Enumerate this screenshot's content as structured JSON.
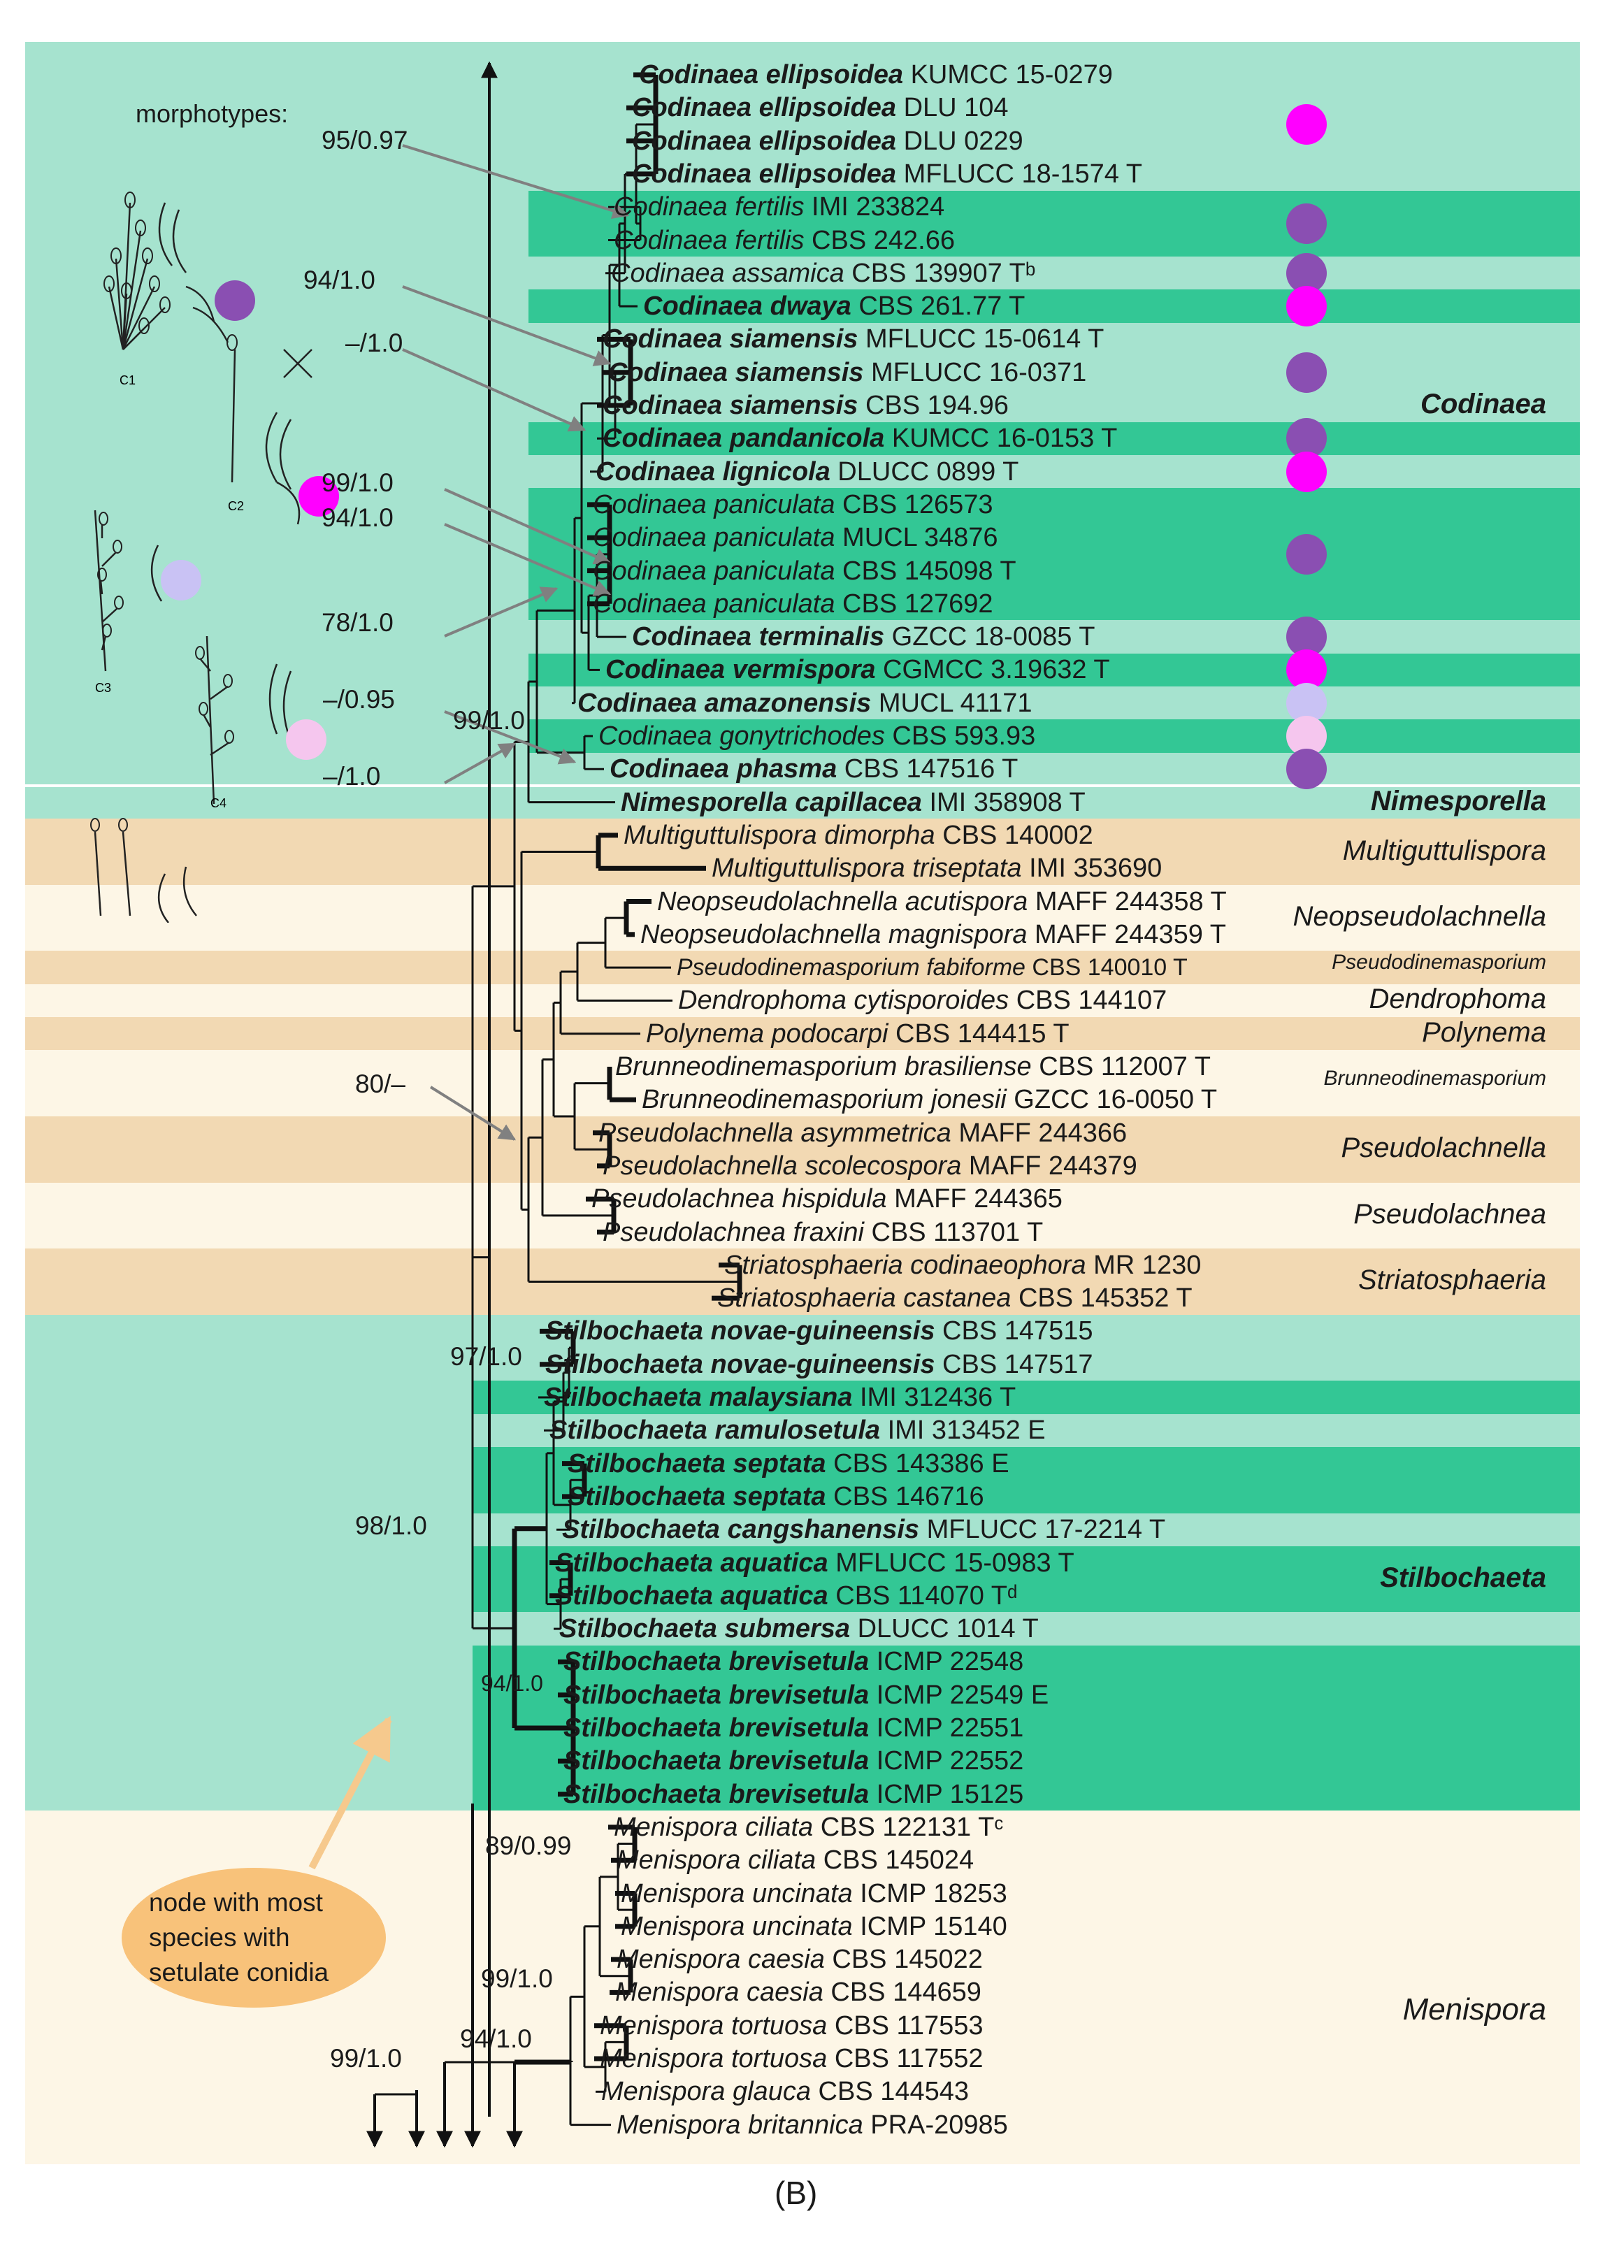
{
  "figure_label": "(B)",
  "morphotypes": {
    "title": "morphotypes:",
    "labels": [
      "C1",
      "C2",
      "C3",
      "C4"
    ],
    "dot_colors": [
      "#8a4fb2",
      "#ff00ff",
      "#c9c2f4",
      "#f5c6ee"
    ]
  },
  "callout_text": "node with most species with setulate conidia",
  "colors": {
    "panel_bg": "#fdf6e6",
    "codinaea_light": "#a6e3cf",
    "codinaea_dark": "#33c795",
    "tan": "#f2d9b3",
    "cream": "#fdf6e6",
    "callout": "#f8c27a",
    "arrow_grey": "#808080",
    "callout_arrow": "#f6c98d"
  },
  "taxa": [
    {
      "genus": "Codinaea",
      "species": "ellipsoidea",
      "voucher": "KUMCC 15-0279",
      "bold": true
    },
    {
      "genus": "Codinaea",
      "species": "ellipsoidea",
      "voucher": "DLU 104",
      "bold": true
    },
    {
      "genus": "Codinaea",
      "species": "ellipsoidea",
      "voucher": "DLU 0229",
      "bold": true
    },
    {
      "genus": "Codinaea",
      "species": "ellipsoidea",
      "voucher": "MFLUCC 18-1574 T",
      "bold": true
    },
    {
      "genus": "Codinaea",
      "species": "fertilis",
      "voucher": "IMI 233824",
      "bold": false
    },
    {
      "genus": "Codinaea",
      "species": "fertilis",
      "voucher": "CBS 242.66",
      "bold": false
    },
    {
      "genus": "Codinaea",
      "species": "assamica",
      "voucher": "CBS 139907 Tᵇ",
      "bold": false
    },
    {
      "genus": "Codinaea",
      "species": "dwaya",
      "voucher": "CBS 261.77 T",
      "bold": true
    },
    {
      "genus": "Codinaea",
      "species": "siamensis",
      "voucher": "MFLUCC 15-0614 T",
      "bold": true
    },
    {
      "genus": "Codinaea",
      "species": "siamensis",
      "voucher": "MFLUCC 16-0371",
      "bold": true
    },
    {
      "genus": "Codinaea",
      "species": "siamensis",
      "voucher": "CBS 194.96",
      "bold": true
    },
    {
      "genus": "Codinaea",
      "species": "pandanicola",
      "voucher": "KUMCC 16-0153 T",
      "bold": true
    },
    {
      "genus": "Codinaea",
      "species": "lignicola",
      "voucher": "DLUCC 0899 T",
      "bold": true
    },
    {
      "genus": "Codinaea",
      "species": "paniculata",
      "voucher": "CBS 126573",
      "bold": false
    },
    {
      "genus": "Codinaea",
      "species": "paniculata",
      "voucher": "MUCL 34876",
      "bold": false
    },
    {
      "genus": "Codinaea",
      "species": "paniculata",
      "voucher": "CBS 145098 T",
      "bold": false
    },
    {
      "genus": "Codinaea",
      "species": "paniculata",
      "voucher": "CBS 127692",
      "bold": false
    },
    {
      "genus": "Codinaea",
      "species": "terminalis",
      "voucher": "GZCC 18-0085 T",
      "bold": true
    },
    {
      "genus": "Codinaea",
      "species": "vermispora",
      "voucher": "CGMCC 3.19632 T",
      "bold": true
    },
    {
      "genus": "Codinaea",
      "species": "amazonensis",
      "voucher": "MUCL 41171",
      "bold": true
    },
    {
      "genus": "Codinaea",
      "species": "gonytrichodes",
      "voucher": "CBS 593.93",
      "bold": false
    },
    {
      "genus": "Codinaea",
      "species": "phasma",
      "voucher": "CBS 147516 T",
      "bold": true
    },
    {
      "genus": "Nimesporella",
      "species": "capillacea",
      "voucher": "IMI 358908 T",
      "bold": true
    },
    {
      "genus": "Multiguttulispora",
      "species": "dimorpha",
      "voucher": "CBS 140002",
      "bold": false
    },
    {
      "genus": "Multiguttulispora",
      "species": "triseptata",
      "voucher": "IMI 353690",
      "bold": false
    },
    {
      "genus": "Neopseudolachnella",
      "species": "acutispora",
      "voucher": "MAFF 244358 T",
      "bold": false
    },
    {
      "genus": "Neopseudolachnella",
      "species": "magnispora",
      "voucher": "MAFF 244359 T",
      "bold": false
    },
    {
      "genus": "Pseudodinemasporium",
      "species": "fabiforme",
      "voucher": "CBS 140010 T",
      "bold": false
    },
    {
      "genus": "Dendrophoma",
      "species": "cytisporoides",
      "voucher": "CBS 144107",
      "bold": false
    },
    {
      "genus": "Polynema",
      "species": "podocarpi",
      "voucher": "CBS 144415 T",
      "bold": false
    },
    {
      "genus": "Brunneodinemasporium",
      "species": "brasiliense",
      "voucher": "CBS 112007 T",
      "bold": false
    },
    {
      "genus": "Brunneodinemasporium",
      "species": "jonesii",
      "voucher": "GZCC 16-0050 T",
      "bold": false
    },
    {
      "genus": "Pseudolachnella",
      "species": "asymmetrica",
      "voucher": "MAFF 244366",
      "bold": false
    },
    {
      "genus": "Pseudolachnella",
      "species": "scolecospora",
      "voucher": "MAFF 244379",
      "bold": false
    },
    {
      "genus": "Pseudolachnea",
      "species": "hispidula",
      "voucher": "MAFF 244365",
      "bold": false
    },
    {
      "genus": "Pseudolachnea",
      "species": "fraxini",
      "voucher": "CBS 113701 T",
      "bold": false
    },
    {
      "genus": "Striatosphaeria",
      "species": "codinaeophora",
      "voucher": "MR 1230",
      "bold": false
    },
    {
      "genus": "Striatosphaeria",
      "species": "castanea",
      "voucher": "CBS 145352 T",
      "bold": false
    },
    {
      "genus": "Stilbochaeta",
      "species": "novae-guineensis",
      "voucher": "CBS 147515",
      "bold": true
    },
    {
      "genus": "Stilbochaeta",
      "species": "novae-guineensis",
      "voucher": "CBS 147517",
      "bold": true
    },
    {
      "genus": "Stilbochaeta",
      "species": "malaysiana",
      "voucher": "IMI 312436 T",
      "bold": true
    },
    {
      "genus": "Stilbochaeta",
      "species": "ramulosetula",
      "voucher": "IMI 313452 E",
      "bold": true
    },
    {
      "genus": "Stilbochaeta",
      "species": "septata",
      "voucher": "CBS 143386 E",
      "bold": true
    },
    {
      "genus": "Stilbochaeta",
      "species": "septata",
      "voucher": "CBS 146716",
      "bold": true
    },
    {
      "genus": "Stilbochaeta",
      "species": "cangshanensis",
      "voucher": "MFLUCC 17-2214 T",
      "bold": true
    },
    {
      "genus": "Stilbochaeta",
      "species": "aquatica",
      "voucher": "MFLUCC 15-0983 T",
      "bold": true
    },
    {
      "genus": "Stilbochaeta",
      "species": "aquatica",
      "voucher": "CBS 114070 Tᵈ",
      "bold": true
    },
    {
      "genus": "Stilbochaeta",
      "species": "submersa",
      "voucher": "DLUCC 1014 T",
      "bold": true
    },
    {
      "genus": "Stilbochaeta",
      "species": "brevisetula",
      "voucher": "ICMP 22548",
      "bold": true
    },
    {
      "genus": "Stilbochaeta",
      "species": "brevisetula",
      "voucher": "ICMP 22549 E",
      "bold": true
    },
    {
      "genus": "Stilbochaeta",
      "species": "brevisetula",
      "voucher": "ICMP 22551",
      "bold": true
    },
    {
      "genus": "Stilbochaeta",
      "species": "brevisetula",
      "voucher": "ICMP 22552",
      "bold": true
    },
    {
      "genus": "Stilbochaeta",
      "species": "brevisetula",
      "voucher": "ICMP 15125",
      "bold": true
    },
    {
      "genus": "Menispora",
      "species": "ciliata",
      "voucher": "CBS 122131 Tᶜ",
      "bold": false
    },
    {
      "genus": "Menispora",
      "species": "ciliata",
      "voucher": "CBS 145024",
      "bold": false
    },
    {
      "genus": "Menispora",
      "species": "uncinata",
      "voucher": "ICMP 18253",
      "bold": false
    },
    {
      "genus": "Menispora",
      "species": "uncinata",
      "voucher": "ICMP 15140",
      "bold": false
    },
    {
      "genus": "Menispora",
      "species": "caesia",
      "voucher": "CBS 145022",
      "bold": false
    },
    {
      "genus": "Menispora",
      "species": "caesia",
      "voucher": "CBS 144659",
      "bold": false
    },
    {
      "genus": "Menispora",
      "species": "tortuosa",
      "voucher": "CBS 117553",
      "bold": false
    },
    {
      "genus": "Menispora",
      "species": "tortuosa",
      "voucher": "CBS 117552",
      "bold": false
    },
    {
      "genus": "Menispora",
      "species": "glauca",
      "voucher": "CBS 144543",
      "bold": false
    },
    {
      "genus": "Menispora",
      "species": "britannica",
      "voucher": "PRA-20985",
      "bold": false
    }
  ],
  "clades": [
    {
      "name": "Codinaea",
      "bold": true
    },
    {
      "name": "Nimesporella",
      "bold": true
    },
    {
      "name": "Multiguttulispora",
      "bold": false
    },
    {
      "name": "Neopseudolachnella",
      "bold": false
    },
    {
      "name": "Pseudodinemasporium",
      "bold": false
    },
    {
      "name": "Dendrophoma",
      "bold": false
    },
    {
      "name": "Polynema",
      "bold": false
    },
    {
      "name": "Brunneodinemasporium",
      "bold": false
    },
    {
      "name": "Pseudolachnella",
      "bold": false
    },
    {
      "name": "Pseudolachnea",
      "bold": false
    },
    {
      "name": "Striatosphaeria",
      "bold": false
    },
    {
      "name": "Stilbochaeta",
      "bold": true
    },
    {
      "name": "Menispora",
      "bold": false
    }
  ],
  "support_values": [
    "95/0.97",
    "94/1.0",
    "–/1.0",
    "99/1.0",
    "94/1.0",
    "78/1.0",
    "–/0.95",
    "–/1.0",
    "99/1.0",
    "80/–",
    "97/1.0",
    "98/1.0",
    "94/1.0",
    "89/0.99",
    "99/1.0",
    "94/1.0",
    "99/1.0"
  ],
  "morphotype_dots": [
    {
      "row_from": 0,
      "row_to": 3,
      "color": "#ff00ff"
    },
    {
      "row_from": 4,
      "row_to": 5,
      "color": "#8a4fb2"
    },
    {
      "row_from": 6,
      "row_to": 6,
      "color": "#8a4fb2"
    },
    {
      "row_from": 7,
      "row_to": 7,
      "color": "#ff00ff"
    },
    {
      "row_from": 8,
      "row_to": 10,
      "color": "#8a4fb2"
    },
    {
      "row_from": 11,
      "row_to": 11,
      "color": "#8a4fb2"
    },
    {
      "row_from": 12,
      "row_to": 12,
      "color": "#ff00ff"
    },
    {
      "row_from": 13,
      "row_to": 16,
      "color": "#8a4fb2"
    },
    {
      "row_from": 17,
      "row_to": 17,
      "color": "#8a4fb2"
    },
    {
      "row_from": 18,
      "row_to": 18,
      "color": "#ff00ff"
    },
    {
      "row_from": 19,
      "row_to": 19,
      "color": "#c9c2f4"
    },
    {
      "row_from": 20,
      "row_to": 20,
      "color": "#f5c6ee"
    },
    {
      "row_from": 21,
      "row_to": 21,
      "color": "#8a4fb2"
    }
  ]
}
